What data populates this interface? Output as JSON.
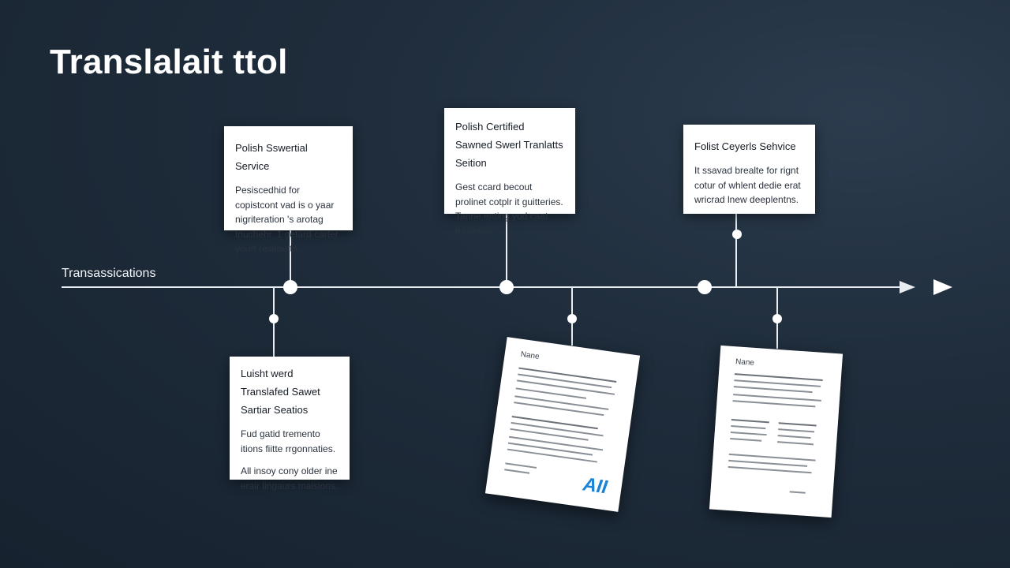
{
  "title": "Translalait ttol",
  "axis_label": "Transassications",
  "cards_top": [
    {
      "title": "Polish Sswertial Service",
      "body": [
        "Pesiscedhid for copistcont vad is o yaar nigriteration 's arotag tnuchehr. 1 getard carter yourt resitoutts."
      ]
    },
    {
      "title": "Polish Certified Sawned Swerl Tranlatts Seition",
      "body": [
        "Gest ccard becout prolinet cotplr it guitteries. Tanne enting yod caat trasintins."
      ]
    },
    {
      "title": "Folist Ceyerls Sehvice",
      "body": [
        "It ssavad brealte for rignt cotur of whlent dedie erat wricrad lnew deeplentns."
      ]
    }
  ],
  "card_bottom": {
    "title": "Luisht werd Translafed Sawet Sartiar Seatios",
    "body": [
      "Fud gatid tremento itions fiitte rrgonnaties.",
      "All insoy cony older ine erair lingaurs maisions."
    ]
  },
  "documents": [
    {
      "name": "Nane",
      "logo": "AII"
    },
    {
      "name": "Nane"
    }
  ],
  "colors": {
    "background": "#1f2d3c",
    "timeline": "#e9edf1",
    "accent_logo": "#1b83d6"
  }
}
